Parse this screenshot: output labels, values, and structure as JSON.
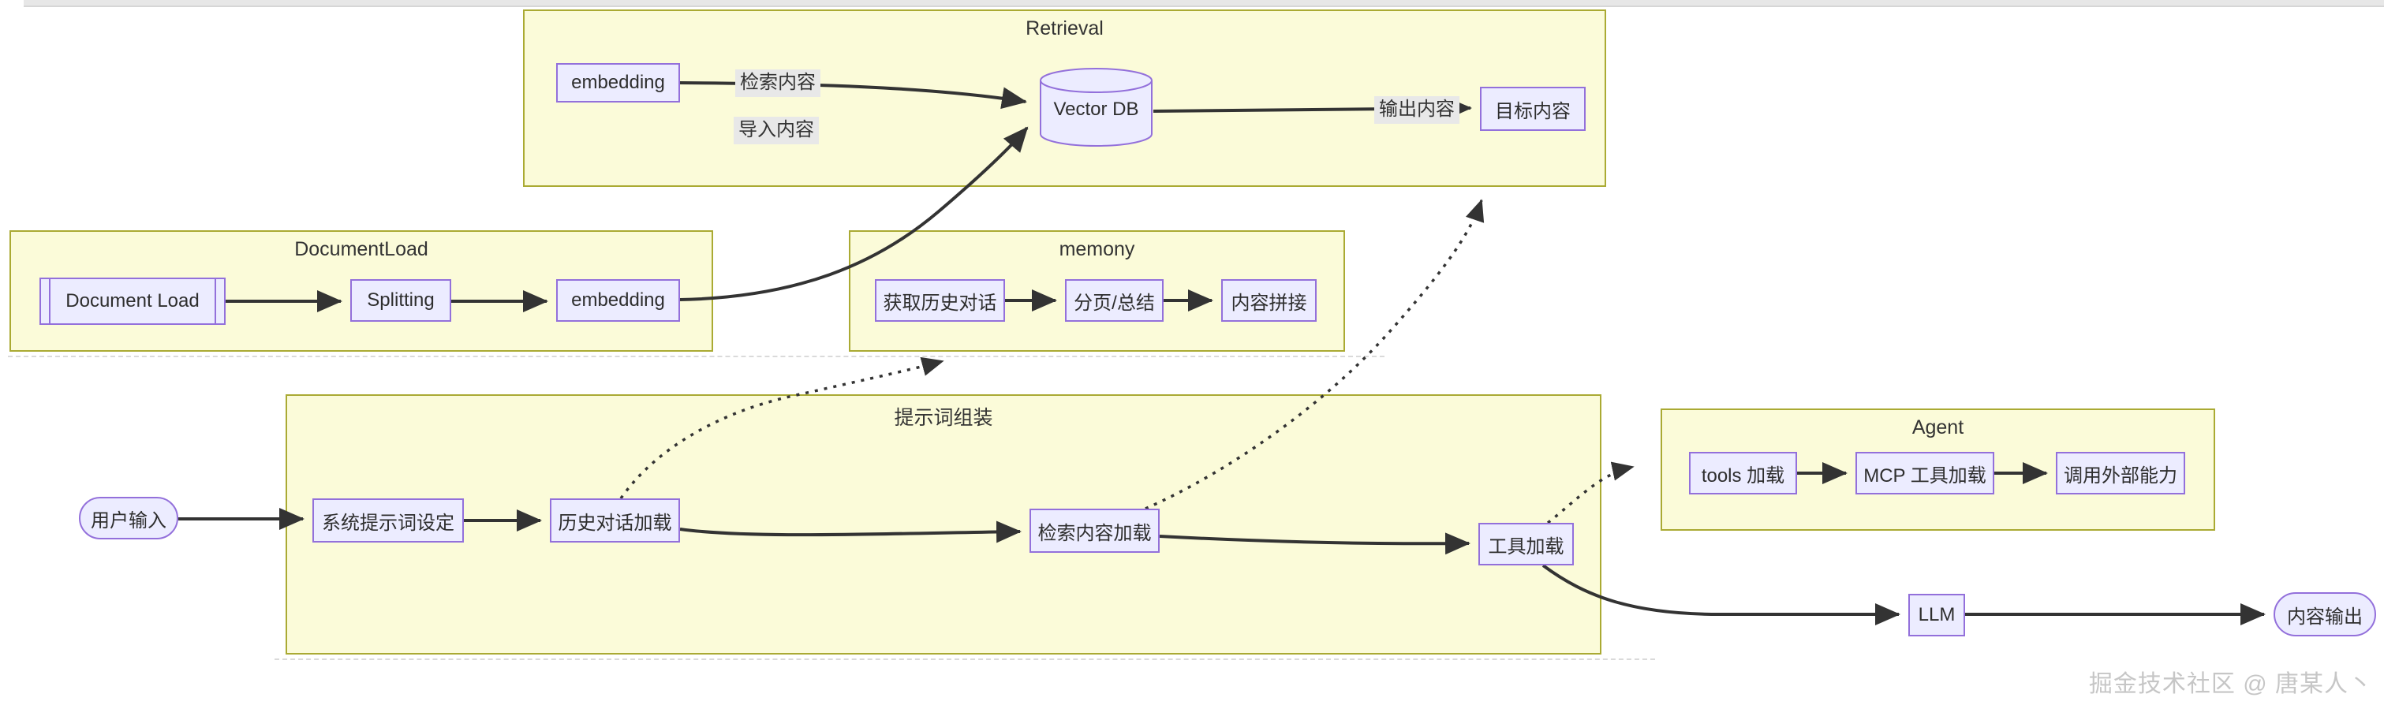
{
  "colors": {
    "subgraph_fill": "#fbfbd9",
    "subgraph_border": "#aaaa33",
    "node_fill": "#ECECFF",
    "node_border": "#9370DB",
    "edge": "#333333",
    "edge_label_bg": "#e8e8e8"
  },
  "subgraphs": {
    "retrieval": "Retrieval",
    "documentload": "DocumentLoad",
    "memony": "memony",
    "prompt_assembly": "提示词组装",
    "agent": "Agent"
  },
  "nodes": {
    "embedding_retrieval": "embedding",
    "vector_db": "Vector DB",
    "target_content": "目标内容",
    "document_load": "Document Load",
    "splitting": "Splitting",
    "embedding_docload": "embedding",
    "get_history_dialog": "获取历史对话",
    "paging_summary": "分页/总结",
    "content_concat": "内容拼接",
    "user_input": "用户输入",
    "system_prompt_setting": "系统提示词设定",
    "history_dialog_load": "历史对话加载",
    "retrieval_content_load": "检索内容加载",
    "tool_load": "工具加载",
    "tools_loading": "tools 加载",
    "mcp_tool_load": "MCP 工具加载",
    "call_external_ability": "调用外部能力",
    "llm": "LLM",
    "content_output": "内容输出"
  },
  "edge_labels": {
    "search_content": "检索内容",
    "import_content": "导入内容",
    "output_content": "输出内容"
  },
  "watermark": "掘金技术社区 @ 唐某人丶"
}
